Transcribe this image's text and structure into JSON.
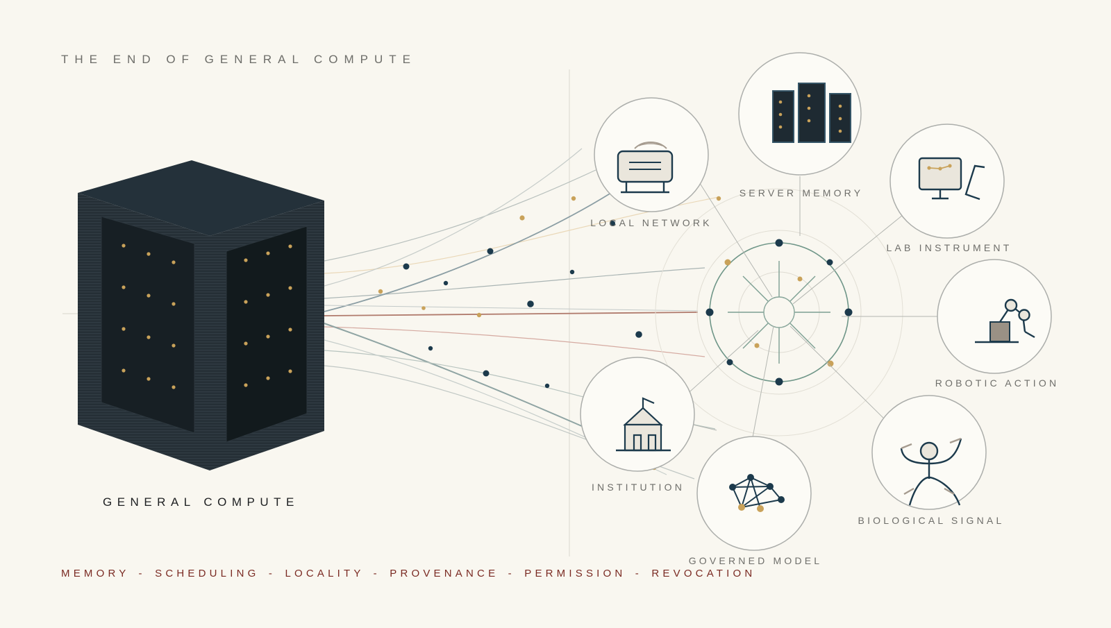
{
  "header": {
    "title": "THE END OF GENERAL COMPUTE"
  },
  "source": {
    "label": "GENERAL COMPUTE"
  },
  "nodes": [
    {
      "id": "local-network",
      "label": "LOCAL NETWORK",
      "icon": "router-icon"
    },
    {
      "id": "server-memory",
      "label": "SERVER MEMORY",
      "icon": "server-racks-icon"
    },
    {
      "id": "lab-instrument",
      "label": "LAB INSTRUMENT",
      "icon": "lab-monitor-icon"
    },
    {
      "id": "robotic-action",
      "label": "ROBOTIC ACTION",
      "icon": "robot-arm-icon"
    },
    {
      "id": "biological-signal",
      "label": "BIOLOGICAL SIGNAL",
      "icon": "human-figure-icon"
    },
    {
      "id": "governed-model",
      "label": "GOVERNED MODEL",
      "icon": "network-graph-icon"
    },
    {
      "id": "institution",
      "label": "INSTITUTION",
      "icon": "institution-building-icon"
    }
  ],
  "footer": {
    "items": [
      "MEMORY",
      "SCHEDULING",
      "LOCALITY",
      "PROVENANCE",
      "PERMISSION",
      "REVOCATION"
    ],
    "separator": "-"
  },
  "colors": {
    "background": "#f9f7f0",
    "navy": "#1c3a4c",
    "gold": "#c9a25a",
    "hub_green": "#6f9688",
    "rust": "#7a2a22",
    "cube_dark": "#1b242a"
  }
}
